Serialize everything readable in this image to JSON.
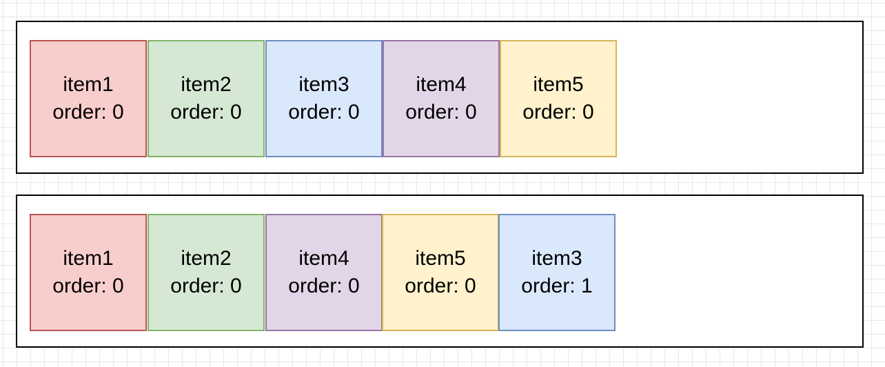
{
  "diagrams": [
    {
      "items": [
        {
          "name": "item1",
          "order": "order: 0",
          "color": "red"
        },
        {
          "name": "item2",
          "order": "order: 0",
          "color": "green"
        },
        {
          "name": "item3",
          "order": "order: 0",
          "color": "blue"
        },
        {
          "name": "item4",
          "order": "order: 0",
          "color": "purple"
        },
        {
          "name": "item5",
          "order": "order: 0",
          "color": "yellow"
        }
      ]
    },
    {
      "items": [
        {
          "name": "item1",
          "order": "order: 0",
          "color": "red"
        },
        {
          "name": "item2",
          "order": "order: 0",
          "color": "green"
        },
        {
          "name": "item4",
          "order": "order: 0",
          "color": "purple"
        },
        {
          "name": "item5",
          "order": "order: 0",
          "color": "yellow"
        },
        {
          "name": "item3",
          "order": "order: 1",
          "color": "blue"
        }
      ]
    }
  ],
  "colors": {
    "red": {
      "fill": "#f8cecc",
      "stroke": "#b85450"
    },
    "green": {
      "fill": "#d5e8d4",
      "stroke": "#82b366"
    },
    "blue": {
      "fill": "#dae8fc",
      "stroke": "#6c8ebf"
    },
    "purple": {
      "fill": "#e1d5e7",
      "stroke": "#9673a6"
    },
    "yellow": {
      "fill": "#fff2cc",
      "stroke": "#d6b656"
    }
  }
}
